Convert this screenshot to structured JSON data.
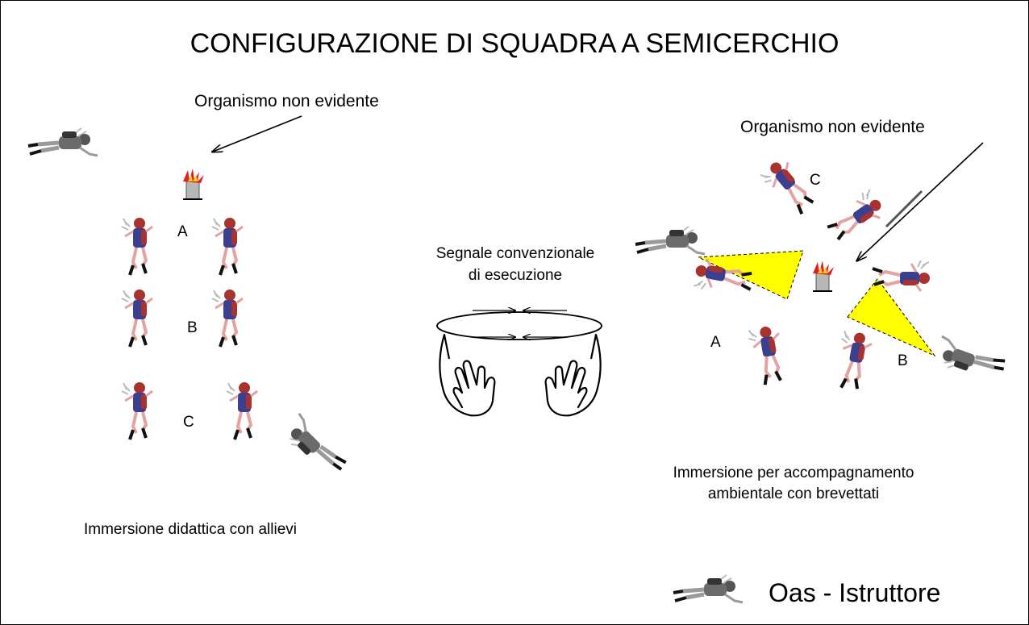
{
  "title": "CONFIGURAZIONE DI SQUADRA A SEMICERCHIO",
  "left": {
    "organism_label": "Organismo non evidente",
    "pair_labels": [
      "A",
      "B",
      "C"
    ],
    "caption": "Immersione didattica con allievi"
  },
  "signal": {
    "label_line1": "Segnale convenzionale",
    "label_line2": "di esecuzione"
  },
  "right": {
    "organism_label": "Organismo non evidente",
    "group_labels": [
      "C",
      "A",
      "B"
    ],
    "caption_line1": "Immersione per accompagnamento",
    "caption_line2": "ambientale con brevettati"
  },
  "legend": {
    "label": "Oas - Istruttore",
    "icon": "instructor-diver-icon"
  },
  "colors": {
    "student_suit": "#3a3f8f",
    "student_tank": "#a8322d",
    "skin": "#e4a3a0",
    "instructor": "#6b6b6b",
    "light_beam": "#ffff00",
    "organism_flame": "#e02020"
  }
}
